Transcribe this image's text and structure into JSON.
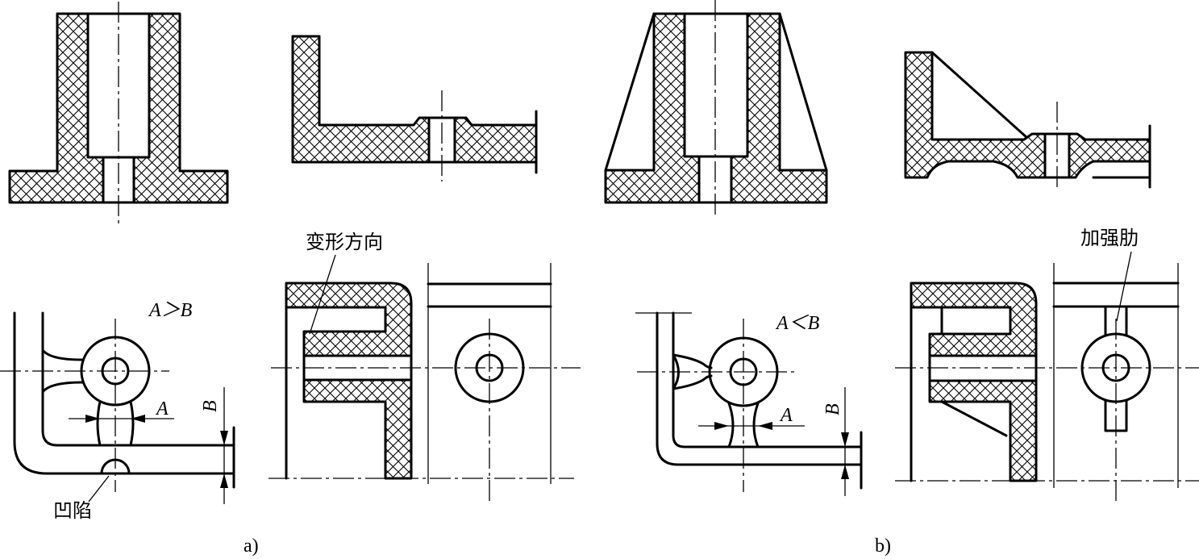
{
  "figure": {
    "labels": {
      "deformation_direction": "变形方向",
      "recess": "凹陷",
      "rib": "加强肋",
      "relation_a": "A＞B",
      "relation_b": "A＜B",
      "dim_a": "A",
      "dim_b": "B",
      "caption_a": "a)",
      "caption_b": "b)"
    },
    "colors": {
      "line": "#000000",
      "background": "#ffffff"
    }
  }
}
